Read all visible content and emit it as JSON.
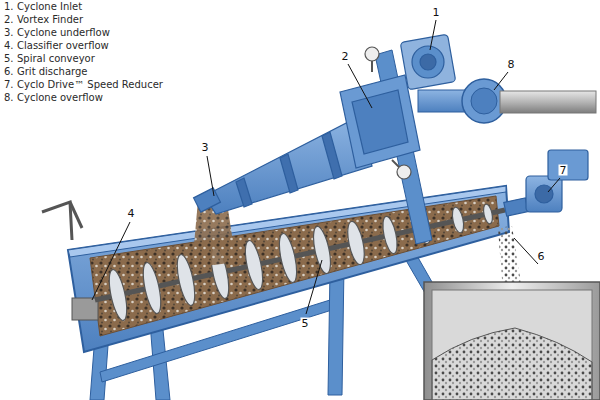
{
  "diagram": {
    "labels": [
      "1.",
      "Cyclone Inlet",
      "2.",
      "Vortex Finder",
      "3.",
      "Cyclone underflow",
      "4.",
      "Classifier overflow",
      "5.",
      "Spiral conveyor",
      "6.",
      "Grit discharge",
      "7.",
      "Cyclo Drive™ Speed Reducer",
      "8.",
      "Cyclone overflow",
      "1",
      "2",
      "3",
      "4",
      "5",
      "6",
      "7",
      "8"
    ]
  }
}
